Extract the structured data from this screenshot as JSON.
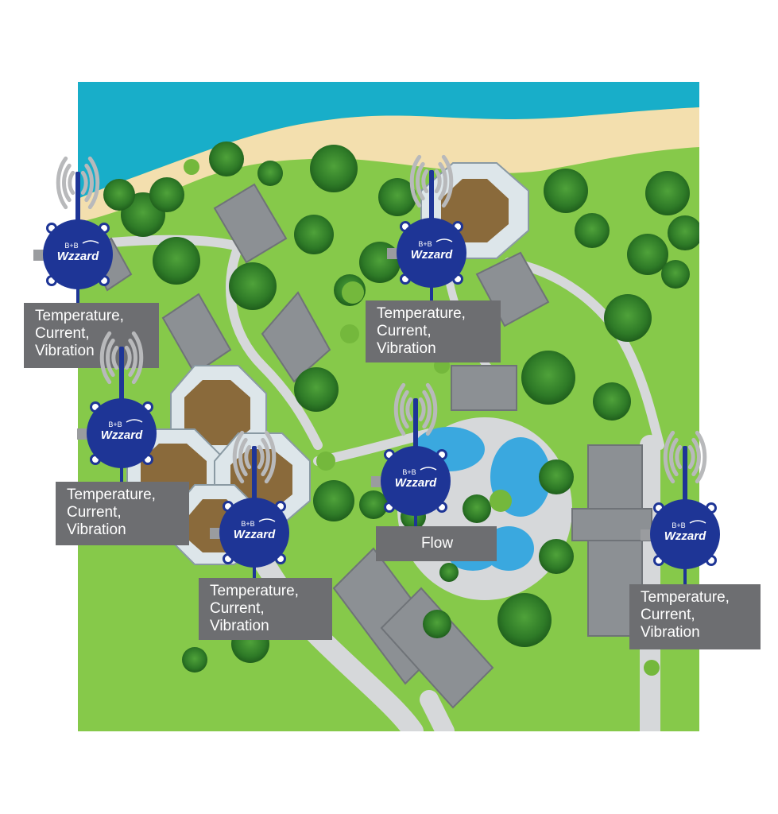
{
  "map": {
    "scene": "resort site plan with wireless sensor nodes",
    "colors": {
      "sea": "#18aec9",
      "beach": "#f3dfae",
      "grass": "#86c94a",
      "path": "#d6d8da",
      "roof": "#8c9094",
      "tree": "#2f7f2a",
      "pool": "#3aa8df",
      "sensor": "#1e3596",
      "label_bg": "#6d6e71"
    }
  },
  "brand": {
    "top": "B+B",
    "name": "Wzzard"
  },
  "sensors": [
    {
      "id": "sensor-1",
      "label": "Temperature,\nCurrent,\nVibration"
    },
    {
      "id": "sensor-2",
      "label": "Temperature,\nCurrent,\nVibration"
    },
    {
      "id": "sensor-3",
      "label": "Temperature,\nCurrent,\nVibration"
    },
    {
      "id": "sensor-4",
      "label": "Temperature,\nCurrent,\nVibration"
    },
    {
      "id": "sensor-5",
      "label": "Flow"
    },
    {
      "id": "sensor-6",
      "label": "Temperature,\nCurrent,\nVibration"
    }
  ]
}
